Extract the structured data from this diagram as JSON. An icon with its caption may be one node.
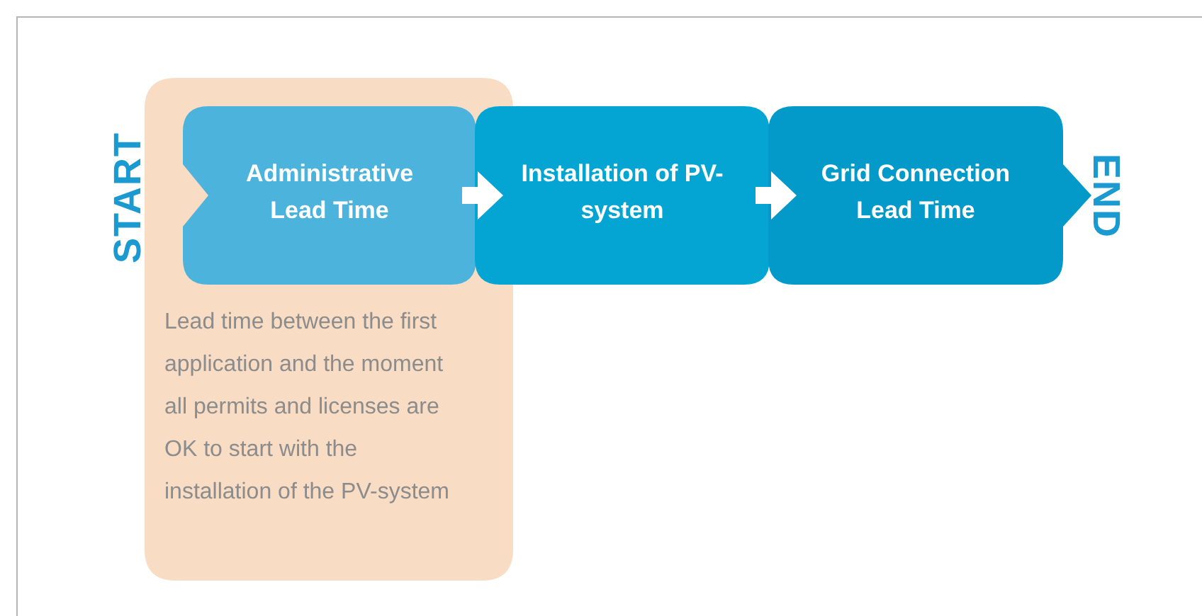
{
  "diagram": {
    "nodes": [
      {
        "text": [
          "Lead time between the first application and the moment all permits and licenses are OK to start with the installation of the PV-system"
        ]
      },
      {
        "text": [
          "Administrative Lead Time"
        ],
        "in": 0
      },
      {
        "text": [
          "Installation of PV-system"
        ]
      },
      {
        "text": [
          "Grid Connection Lead Time"
        ]
      }
    ],
    "edges": [
      {
        "from": 1,
        "to": 2,
        "arrow": "to"
      },
      {
        "from": 2,
        "to": 3,
        "arrow": "to"
      }
    ],
    "labels": [
      "START",
      "END"
    ]
  }
}
